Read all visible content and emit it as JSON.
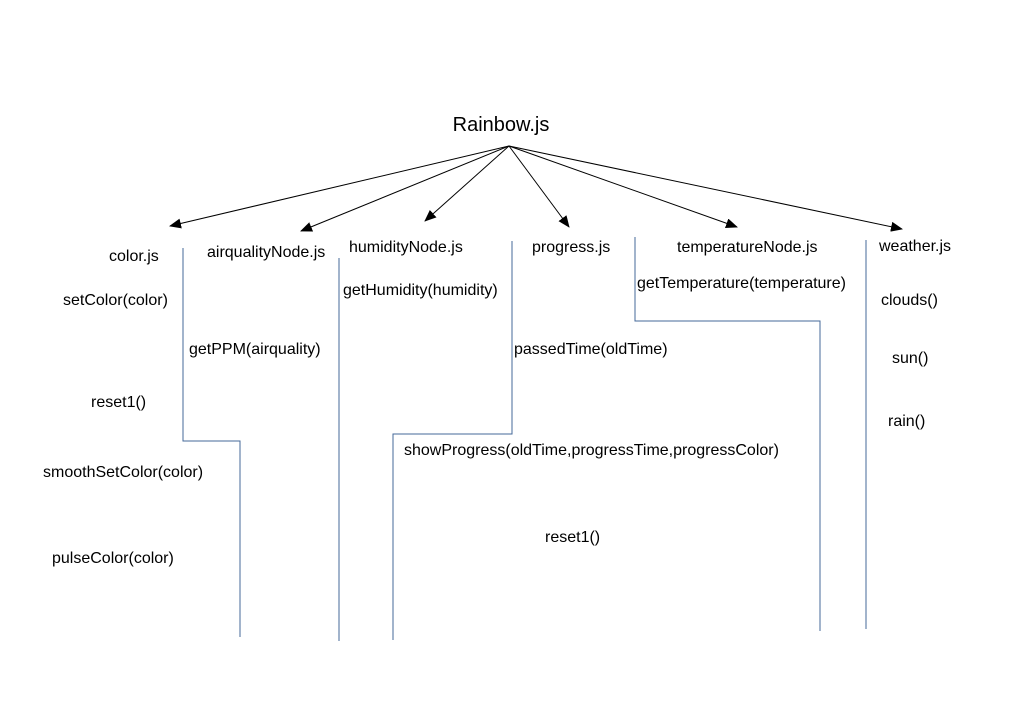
{
  "diagram": {
    "root": "Rainbow.js",
    "modules": [
      {
        "id": "color",
        "label": "color.js",
        "functions": [
          "setColor(color)",
          "reset1()",
          "smoothSetColor(color)",
          "pulseColor(color)"
        ]
      },
      {
        "id": "airquality",
        "label": "airqualityNode.js",
        "functions": [
          "getPPM(airquality)"
        ]
      },
      {
        "id": "humidity",
        "label": "humidityNode.js",
        "functions": [
          "getHumidity(humidity)"
        ]
      },
      {
        "id": "progress",
        "label": "progress.js",
        "functions": [
          "passedTime(oldTime)",
          "showProgress(oldTime,progressTime,progressColor)",
          "reset1()"
        ]
      },
      {
        "id": "temperature",
        "label": "temperatureNode.js",
        "functions": [
          "getTemperature(temperature)"
        ]
      },
      {
        "id": "weather",
        "label": "weather.js",
        "functions": [
          "clouds()",
          "sun()",
          "rain()"
        ]
      }
    ],
    "colors": {
      "edge": "#000000",
      "separator": "#44689a",
      "text": "#000000",
      "background": "#ffffff"
    }
  }
}
